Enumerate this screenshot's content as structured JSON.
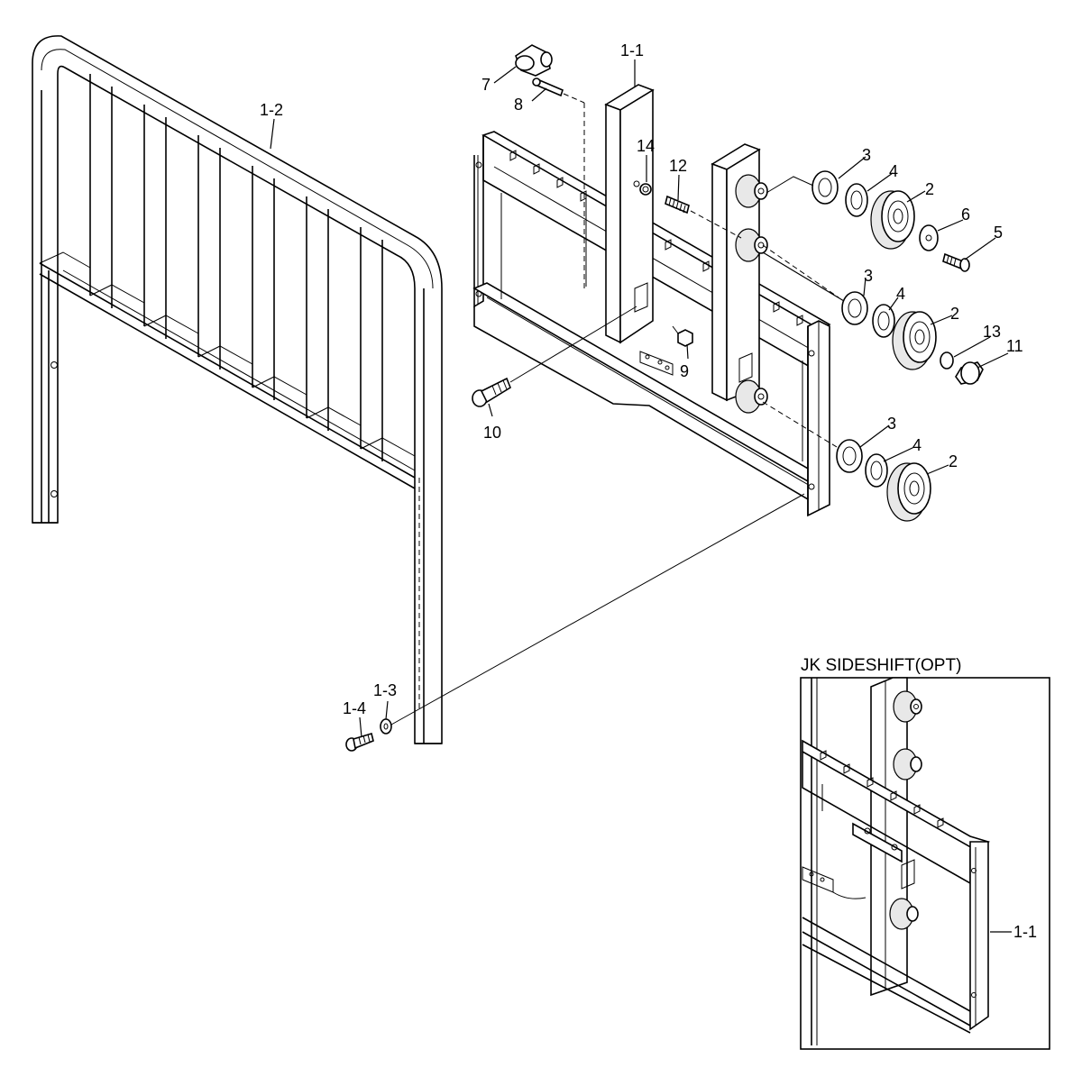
{
  "inset": {
    "title": "JK SIDESHIFT(OPT)",
    "label": "1-1"
  },
  "labels": {
    "p1_1": "1-1",
    "p1_2": "1-2",
    "p1_3": "1-3",
    "p1_4": "1-4",
    "p2a": "2",
    "p2b": "2",
    "p2c": "2",
    "p3a": "3",
    "p3b": "3",
    "p3c": "3",
    "p4a": "4",
    "p4b": "4",
    "p4c": "4",
    "p5": "5",
    "p6": "6",
    "p7": "7",
    "p8": "8",
    "p9": "9",
    "p10": "10",
    "p11": "11",
    "p12": "12",
    "p13": "13",
    "p14": "14"
  }
}
